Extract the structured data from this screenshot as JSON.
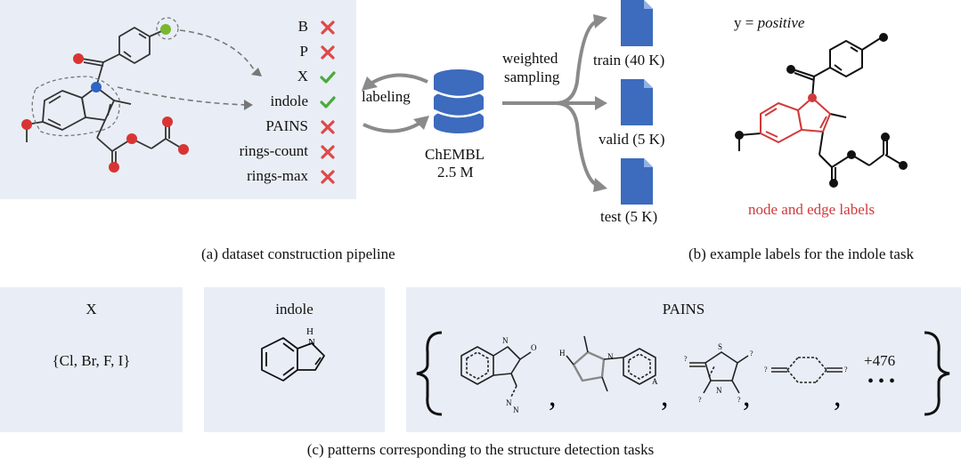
{
  "pipeline": {
    "task_labels": [
      {
        "name": "B",
        "mark": "cross"
      },
      {
        "name": "P",
        "mark": "cross"
      },
      {
        "name": "X",
        "mark": "check"
      },
      {
        "name": "indole",
        "mark": "check"
      },
      {
        "name": "PAINS",
        "mark": "cross"
      },
      {
        "name": "rings-count",
        "mark": "cross"
      },
      {
        "name": "rings-max",
        "mark": "cross"
      }
    ],
    "labeling": "labeling",
    "db_name": "ChEMBL",
    "db_size": "2.5 M",
    "sampling_line1": "weighted",
    "sampling_line2": "sampling",
    "splits": [
      {
        "label": "train (40 K)"
      },
      {
        "label": "valid (5 K)"
      },
      {
        "label": "test (5 K)"
      }
    ]
  },
  "example": {
    "y_prefix": "y = ",
    "y_value": "positive",
    "node_edge_label": "node and edge labels"
  },
  "captions": {
    "a": "(a) dataset construction pipeline",
    "b": "(b) example labels for the indole task",
    "c": "(c) patterns corresponding to the structure detection tasks"
  },
  "patterns": {
    "x_title": "X",
    "x_set": "{Cl, Br, F, I}",
    "indole_title": "indole",
    "pains_title": "PAINS",
    "pains_more": "+476",
    "pains_dots": "• • •"
  },
  "colors": {
    "panel": "#e9eef6",
    "cross": "#e04848",
    "check": "#4aaa3c",
    "db": "#3d6bbd",
    "node_red": "#d93434",
    "node_green": "#7ab72e",
    "node_blue": "#2f64c4",
    "highlight": "#d13a3a"
  },
  "icons": {
    "cross": "cross-icon",
    "check": "check-icon",
    "database": "database-icon",
    "file": "file-icon"
  }
}
